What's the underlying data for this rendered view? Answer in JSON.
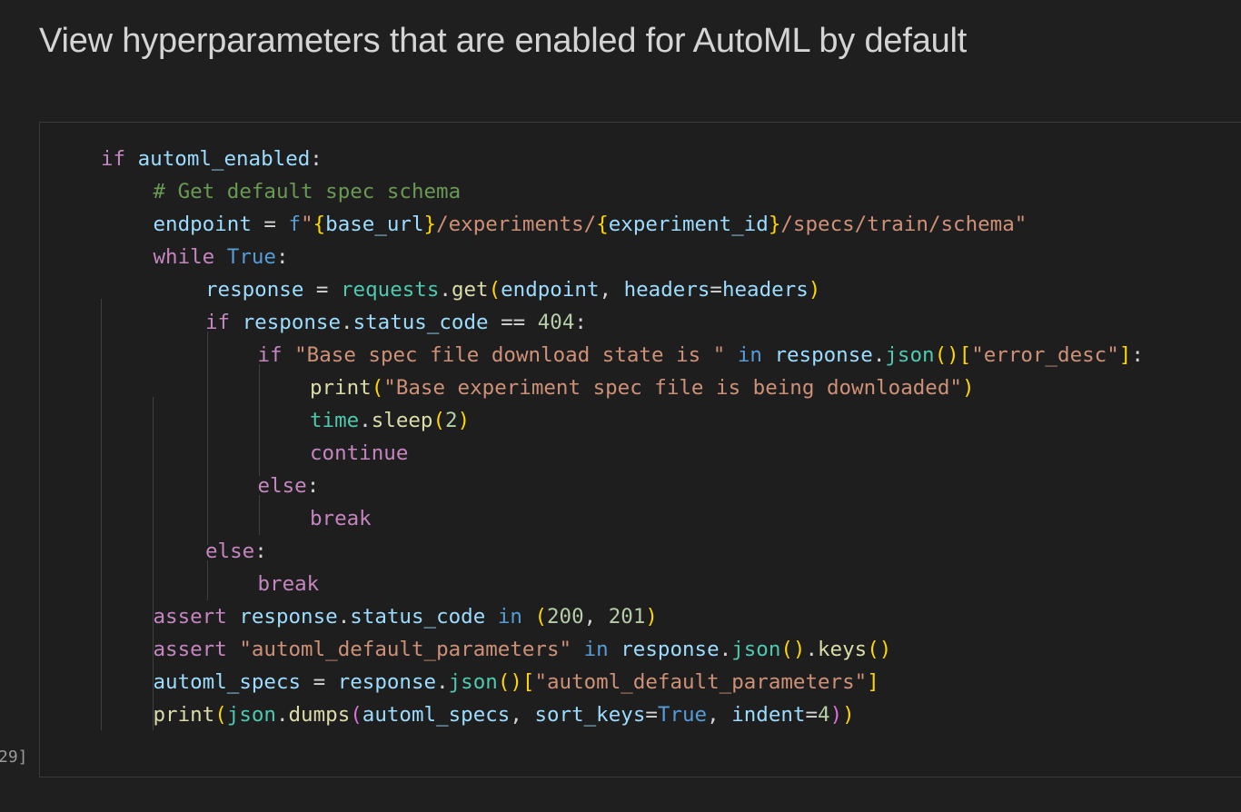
{
  "heading": "View hyperparameters that are enabled for AutoML by default",
  "cell": {
    "execution_count": "29]",
    "lines": [
      "if automl_enabled:",
      "    # Get default spec schema",
      "    endpoint = f\"{base_url}/experiments/{experiment_id}/specs/train/schema\"",
      "    while True:",
      "        response = requests.get(endpoint, headers=headers)",
      "        if response.status_code == 404:",
      "            if \"Base spec file download state is \" in response.json()[\"error_desc\"]:",
      "                print(\"Base experiment spec file is being downloaded\")",
      "                time.sleep(2)",
      "                continue",
      "            else:",
      "                break",
      "        else:",
      "            break",
      "    assert response.status_code in (200, 201)",
      "    assert \"automl_default_parameters\" in response.json().keys()",
      "    automl_specs = response.json()[\"automl_default_parameters\"]",
      "    print(json.dumps(automl_specs, sort_keys=True, indent=4))"
    ]
  }
}
